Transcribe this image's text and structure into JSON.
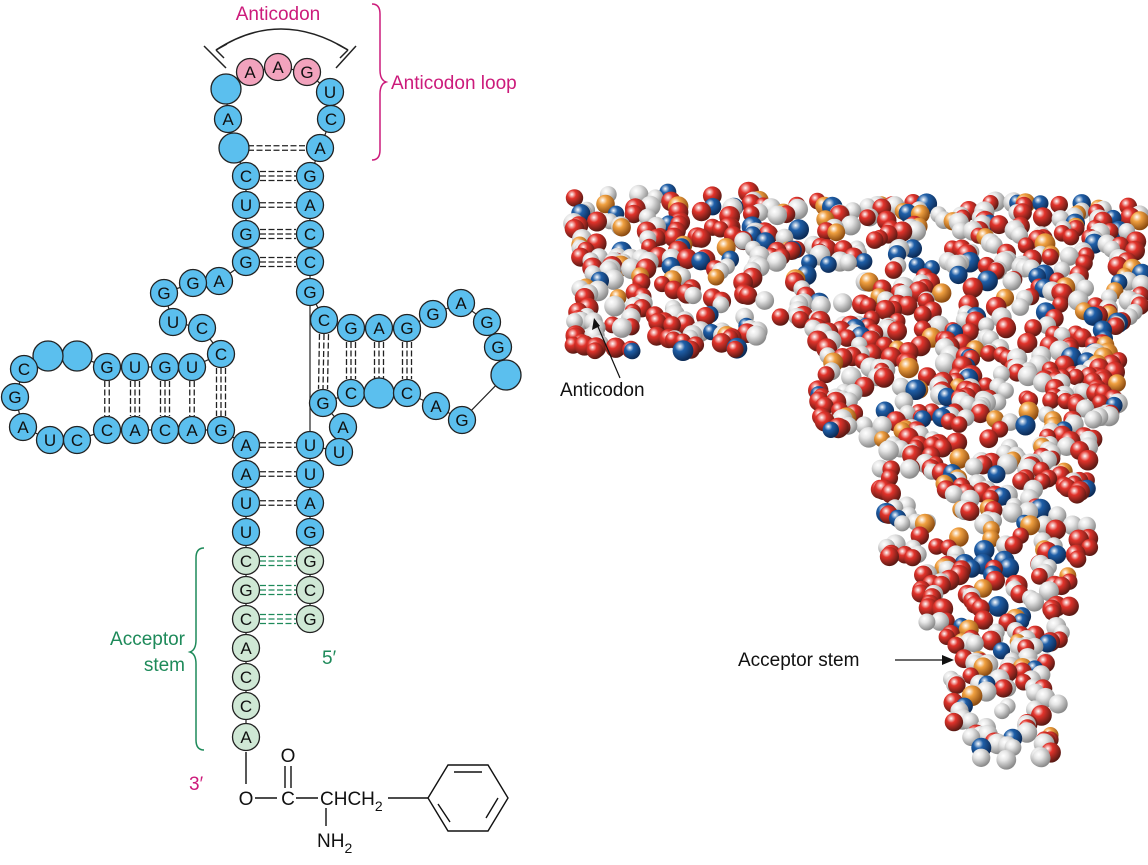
{
  "labels": {
    "anticodon_top": "Anticodon",
    "anticodon_loop": "Anticodon loop",
    "acceptor_stem_left_line1": "Acceptor",
    "acceptor_stem_left_line2": "stem",
    "five_prime": "5′",
    "three_prime": "3′",
    "anticodon_model": "Anticodon",
    "acceptor_stem_model": "Acceptor stem"
  },
  "phe_group": {
    "O_link": "O",
    "C_carbonyl": "C",
    "O_carbonyl": "O",
    "CHCH": "CHCH",
    "CH2_sub": "2",
    "NH": "NH",
    "NH2_sub": "2"
  },
  "colors": {
    "blue_nucleotide": "#5bbfee",
    "pink_anticodon": "#f2a3bd",
    "green_acceptor": "#cfe8d5",
    "magenta_label": "#cc1b7b",
    "green_label": "#1e8a5a",
    "oxygen": "#e2332b",
    "hydrogen": "#e6e6e6",
    "nitrogen": "#1f5fa8",
    "phosphorus": "#f0a040"
  },
  "nucleotides": [
    {
      "id": "a1",
      "letter": "A",
      "color": "pink"
    },
    {
      "id": "a2",
      "letter": "A",
      "color": "pink"
    },
    {
      "id": "a3",
      "letter": "G",
      "color": "pink"
    },
    {
      "id": "l1",
      "letter": "",
      "color": "blue"
    },
    {
      "id": "l2",
      "letter": "A",
      "color": "blue"
    },
    {
      "id": "l3",
      "letter": "",
      "color": "blue"
    },
    {
      "id": "r1",
      "letter": "U",
      "color": "blue"
    },
    {
      "id": "r2",
      "letter": "C",
      "color": "blue"
    },
    {
      "id": "r3",
      "letter": "A",
      "color": "blue"
    },
    {
      "id": "sl1",
      "letter": "C",
      "color": "blue"
    },
    {
      "id": "sl2",
      "letter": "U",
      "color": "blue"
    },
    {
      "id": "sl3",
      "letter": "G",
      "color": "blue"
    },
    {
      "id": "sl4",
      "letter": "G",
      "color": "blue"
    },
    {
      "id": "sr1",
      "letter": "G",
      "color": "blue"
    },
    {
      "id": "sr2",
      "letter": "A",
      "color": "blue"
    },
    {
      "id": "sr3",
      "letter": "C",
      "color": "blue"
    },
    {
      "id": "sr4",
      "letter": "C",
      "color": "blue"
    },
    {
      "id": "sr5",
      "letter": "G",
      "color": "blue"
    },
    {
      "id": "j1",
      "letter": "A",
      "color": "blue"
    },
    {
      "id": "j2",
      "letter": "G",
      "color": "blue"
    },
    {
      "id": "j3",
      "letter": "G",
      "color": "blue"
    },
    {
      "id": "j4",
      "letter": "U",
      "color": "blue"
    },
    {
      "id": "j5",
      "letter": "C",
      "color": "blue"
    },
    {
      "id": "j6",
      "letter": "C",
      "color": "blue"
    },
    {
      "id": "d1",
      "letter": "G",
      "color": "blue"
    },
    {
      "id": "d2",
      "letter": "U",
      "color": "blue"
    },
    {
      "id": "d3",
      "letter": "G",
      "color": "blue"
    },
    {
      "id": "d4",
      "letter": "U",
      "color": "blue"
    },
    {
      "id": "dl1",
      "letter": "",
      "color": "blue"
    },
    {
      "id": "dl2",
      "letter": "",
      "color": "blue"
    },
    {
      "id": "dl3",
      "letter": "C",
      "color": "blue"
    },
    {
      "id": "dl4",
      "letter": "G",
      "color": "blue"
    },
    {
      "id": "dl5",
      "letter": "A",
      "color": "blue"
    },
    {
      "id": "dl6",
      "letter": "U",
      "color": "blue"
    },
    {
      "id": "dl7",
      "letter": "C",
      "color": "blue"
    },
    {
      "id": "db1",
      "letter": "C",
      "color": "blue"
    },
    {
      "id": "db2",
      "letter": "A",
      "color": "blue"
    },
    {
      "id": "db3",
      "letter": "C",
      "color": "blue"
    },
    {
      "id": "db4",
      "letter": "A",
      "color": "blue"
    },
    {
      "id": "db5",
      "letter": "G",
      "color": "blue"
    },
    {
      "id": "t1",
      "letter": "C",
      "color": "blue"
    },
    {
      "id": "t2",
      "letter": "G",
      "color": "blue"
    },
    {
      "id": "t3",
      "letter": "A",
      "color": "blue"
    },
    {
      "id": "t4",
      "letter": "G",
      "color": "blue"
    },
    {
      "id": "t5",
      "letter": "G",
      "color": "blue"
    },
    {
      "id": "tl1",
      "letter": "A",
      "color": "blue"
    },
    {
      "id": "tl2",
      "letter": "G",
      "color": "blue"
    },
    {
      "id": "tl3",
      "letter": "G",
      "color": "blue"
    },
    {
      "id": "tl4",
      "letter": "",
      "color": "blue"
    },
    {
      "id": "tl5",
      "letter": "G",
      "color": "blue"
    },
    {
      "id": "tl6",
      "letter": "A",
      "color": "blue"
    },
    {
      "id": "tb1",
      "letter": "C",
      "color": "blue"
    },
    {
      "id": "tb2",
      "letter": "",
      "color": "blue"
    },
    {
      "id": "tb3",
      "letter": "C",
      "color": "blue"
    },
    {
      "id": "tb4",
      "letter": "G",
      "color": "blue"
    },
    {
      "id": "v1",
      "letter": "A",
      "color": "blue"
    },
    {
      "id": "v2",
      "letter": "U",
      "color": "blue"
    },
    {
      "id": "al1",
      "letter": "A",
      "color": "blue"
    },
    {
      "id": "al2",
      "letter": "A",
      "color": "blue"
    },
    {
      "id": "al3",
      "letter": "U",
      "color": "blue"
    },
    {
      "id": "al4",
      "letter": "U",
      "color": "blue"
    },
    {
      "id": "ar1",
      "letter": "U",
      "color": "blue"
    },
    {
      "id": "ar2",
      "letter": "U",
      "color": "blue"
    },
    {
      "id": "ar3",
      "letter": "A",
      "color": "blue"
    },
    {
      "id": "ar4",
      "letter": "G",
      "color": "blue"
    },
    {
      "id": "gl1",
      "letter": "C",
      "color": "green"
    },
    {
      "id": "gl2",
      "letter": "G",
      "color": "green"
    },
    {
      "id": "gl3",
      "letter": "C",
      "color": "green"
    },
    {
      "id": "gl4",
      "letter": "A",
      "color": "green"
    },
    {
      "id": "gl5",
      "letter": "C",
      "color": "green"
    },
    {
      "id": "gl6",
      "letter": "C",
      "color": "green"
    },
    {
      "id": "gl7",
      "letter": "A",
      "color": "green"
    },
    {
      "id": "gr1",
      "letter": "G",
      "color": "green"
    },
    {
      "id": "gr2",
      "letter": "C",
      "color": "green"
    },
    {
      "id": "gr3",
      "letter": "G",
      "color": "green"
    }
  ]
}
